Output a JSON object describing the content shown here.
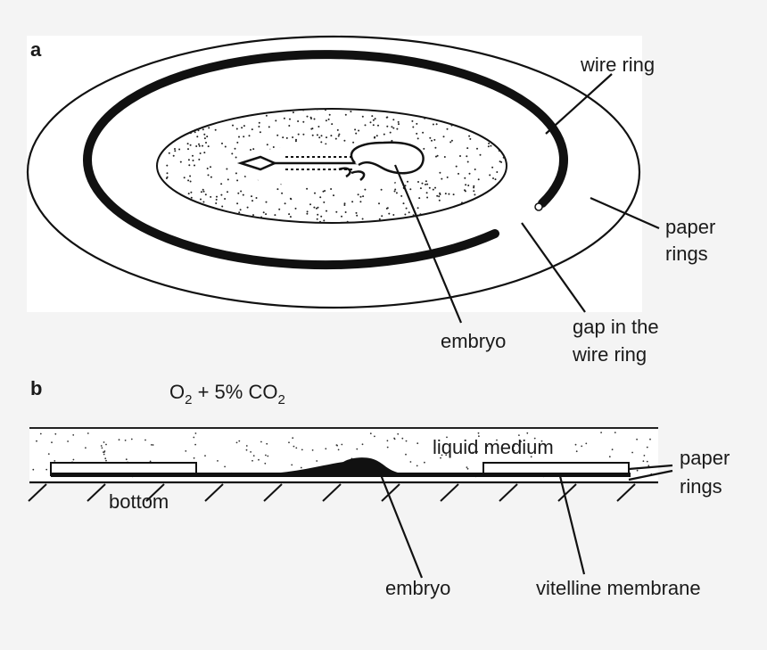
{
  "panel_a": {
    "letter": "a",
    "labels": {
      "wire_ring": "wire ring",
      "paper_rings_line1": "paper",
      "paper_rings_line2": "rings",
      "embryo": "embryo",
      "gap_line1": "gap in the",
      "gap_line2": "wire ring"
    }
  },
  "panel_b": {
    "letter": "b",
    "gas": {
      "o": "O",
      "o_sub": "2",
      "mid": " + 5% CO",
      "co_sub": "2"
    },
    "labels": {
      "liquid_medium": "liquid medium",
      "paper_rings_line1": "paper",
      "paper_rings_line2": "rings",
      "bottom": "bottom",
      "embryo": "embryo",
      "vitelline_membrane": "vitelline membrane"
    }
  },
  "colors": {
    "page_background": "#f4f4f4",
    "panel_background": "#ffffff",
    "ink": "#111111"
  }
}
